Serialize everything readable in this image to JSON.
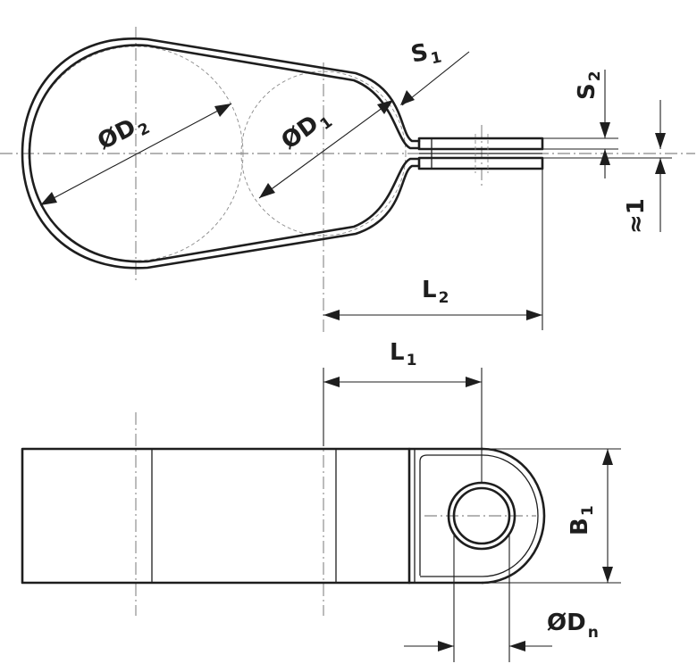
{
  "labels": {
    "s1": {
      "main": "S",
      "sub": "1"
    },
    "s2": {
      "main": "S",
      "sub": "2"
    },
    "d2": {
      "main": "ØD",
      "sub": "2"
    },
    "d1": {
      "main": "ØD",
      "sub": "1"
    },
    "approx": {
      "main": "≈1"
    },
    "l2": {
      "main": "L",
      "sub": "2"
    },
    "l1": {
      "main": "L",
      "sub": "1"
    },
    "b1": {
      "main": "B",
      "sub": "1"
    },
    "dn": {
      "main": "ØD",
      "sub": "n"
    }
  }
}
